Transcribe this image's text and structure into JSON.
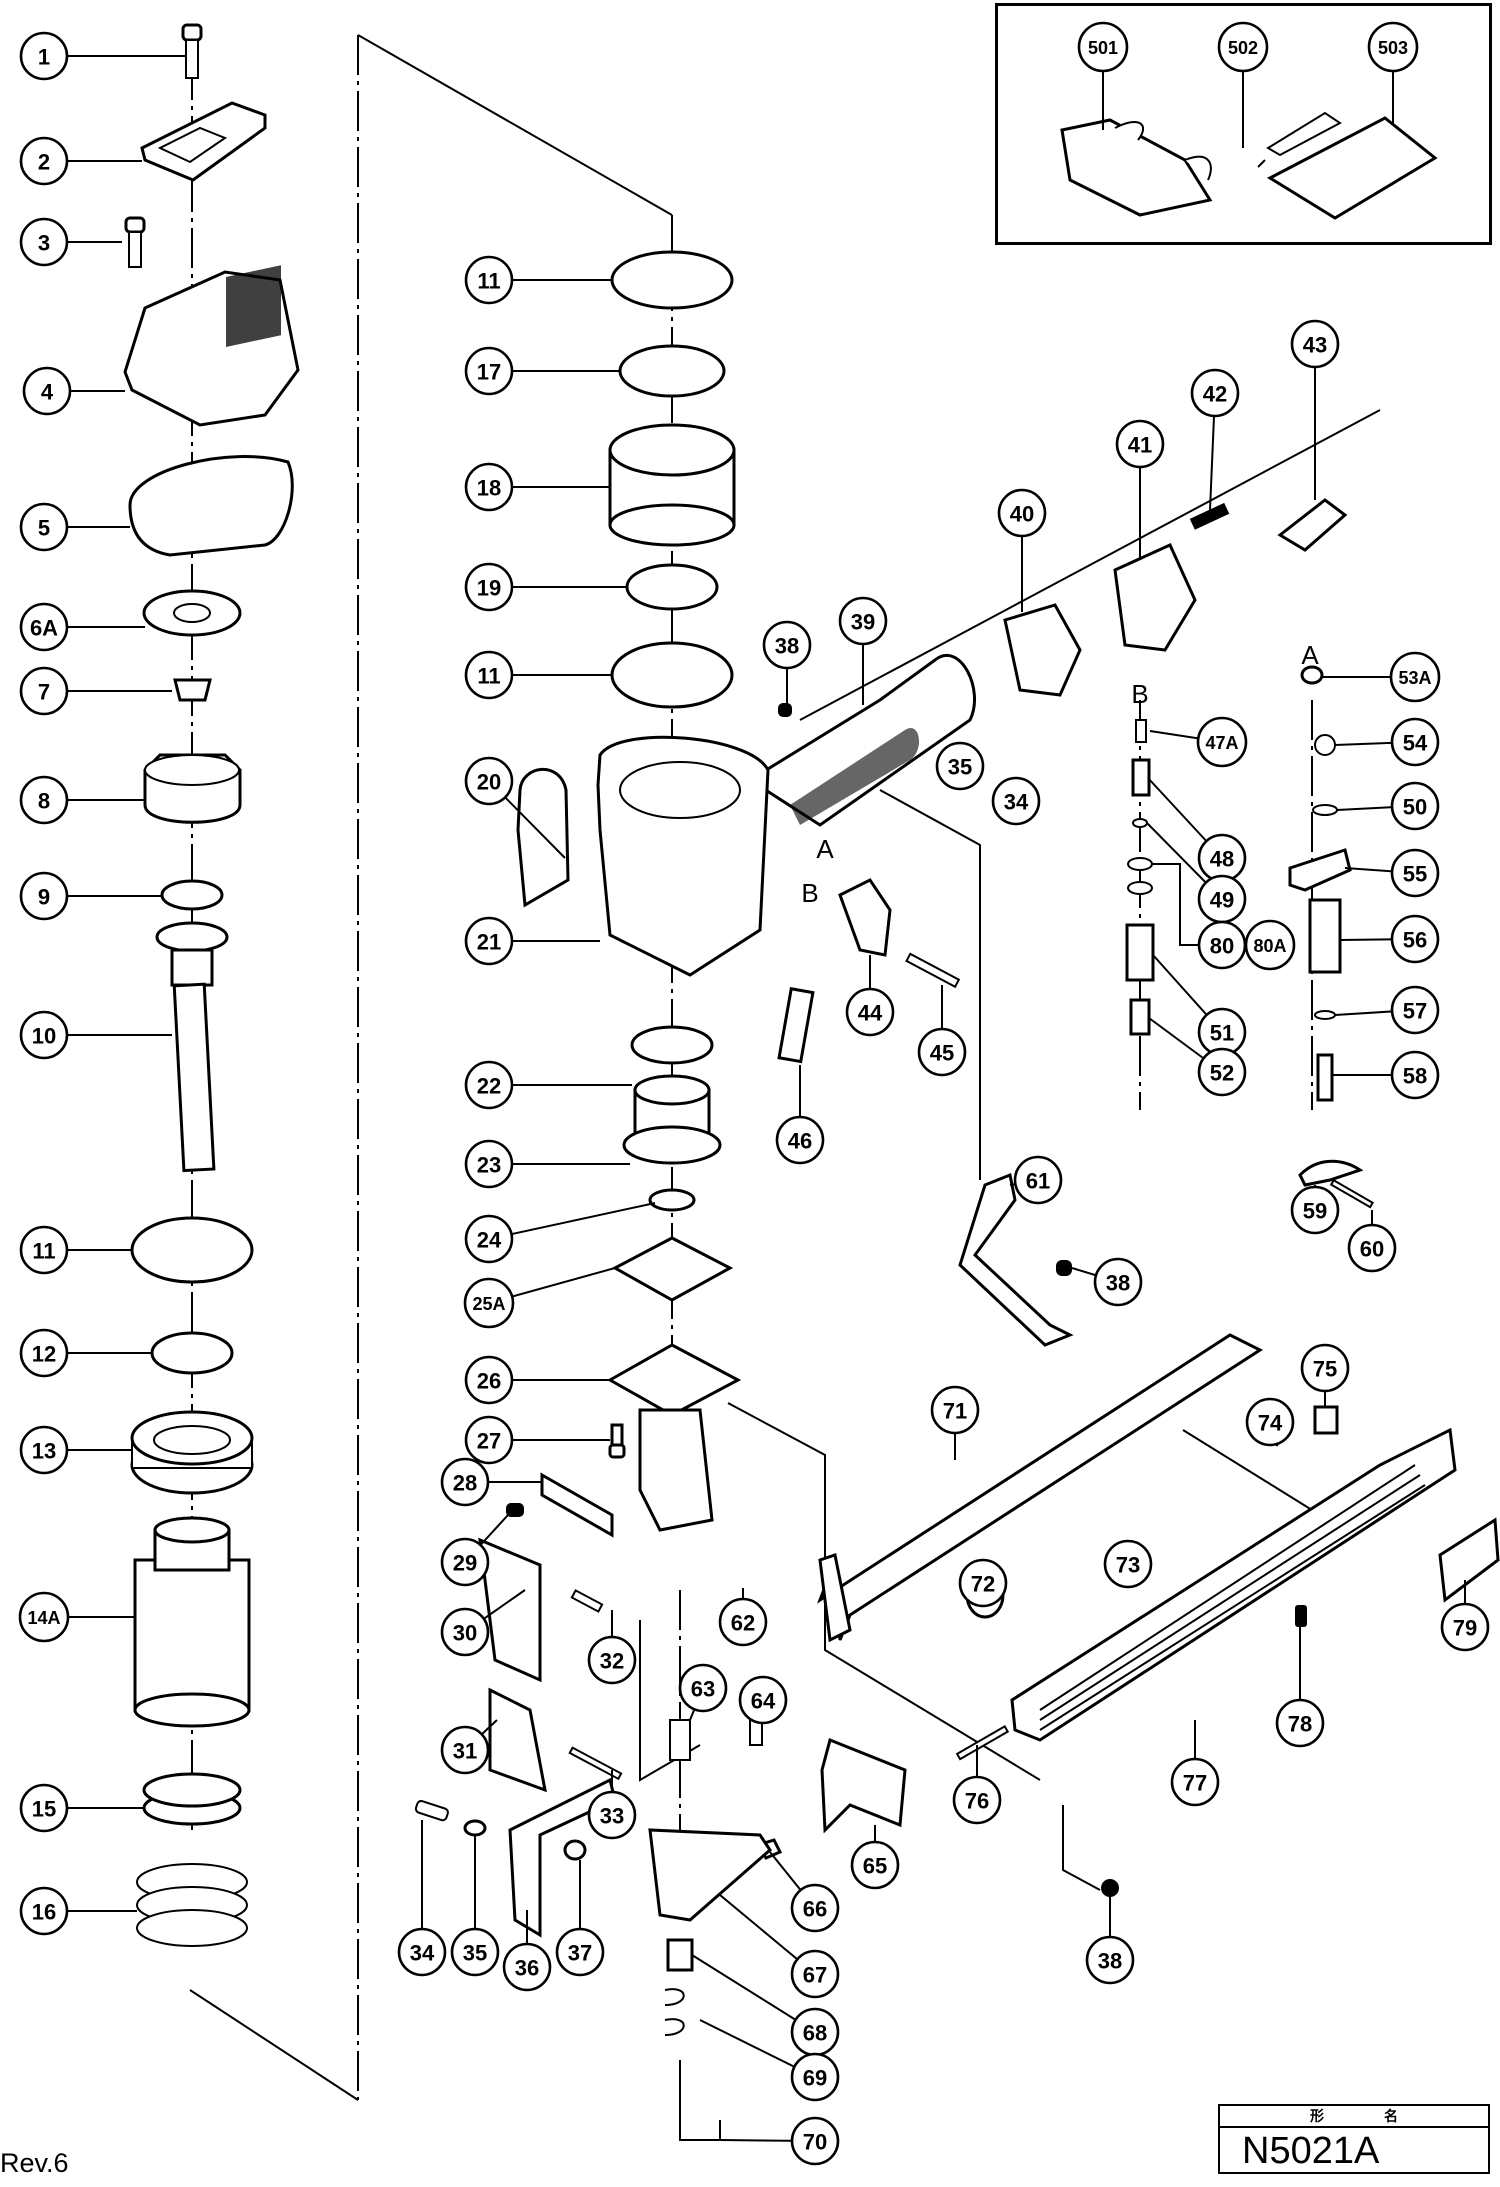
{
  "document": {
    "type": "Exploded parts diagram",
    "revision": "Rev.6",
    "title_block": {
      "header_chars": [
        "形",
        "名"
      ],
      "model": "N5021A"
    },
    "reference_letters": [
      "A",
      "B"
    ],
    "accessory_box": {
      "items": [
        "501",
        "502",
        "503"
      ]
    }
  },
  "callouts": [
    {
      "id": "1"
    },
    {
      "id": "2"
    },
    {
      "id": "3"
    },
    {
      "id": "4"
    },
    {
      "id": "5"
    },
    {
      "id": "6A"
    },
    {
      "id": "7"
    },
    {
      "id": "8"
    },
    {
      "id": "9"
    },
    {
      "id": "10"
    },
    {
      "id": "11"
    },
    {
      "id": "12"
    },
    {
      "id": "13"
    },
    {
      "id": "14A"
    },
    {
      "id": "15"
    },
    {
      "id": "16"
    },
    {
      "id": "11"
    },
    {
      "id": "17"
    },
    {
      "id": "18"
    },
    {
      "id": "19"
    },
    {
      "id": "11"
    },
    {
      "id": "20"
    },
    {
      "id": "21"
    },
    {
      "id": "22"
    },
    {
      "id": "23"
    },
    {
      "id": "24"
    },
    {
      "id": "25A"
    },
    {
      "id": "26"
    },
    {
      "id": "27"
    },
    {
      "id": "28"
    },
    {
      "id": "29"
    },
    {
      "id": "30"
    },
    {
      "id": "32"
    },
    {
      "id": "31"
    },
    {
      "id": "33"
    },
    {
      "id": "34"
    },
    {
      "id": "35"
    },
    {
      "id": "36"
    },
    {
      "id": "37"
    },
    {
      "id": "38"
    },
    {
      "id": "39"
    },
    {
      "id": "35"
    },
    {
      "id": "34"
    },
    {
      "id": "40"
    },
    {
      "id": "41"
    },
    {
      "id": "42"
    },
    {
      "id": "43"
    },
    {
      "id": "44"
    },
    {
      "id": "45"
    },
    {
      "id": "46"
    },
    {
      "id": "47A"
    },
    {
      "id": "48"
    },
    {
      "id": "49"
    },
    {
      "id": "80"
    },
    {
      "id": "80A"
    },
    {
      "id": "51"
    },
    {
      "id": "52"
    },
    {
      "id": "53A"
    },
    {
      "id": "54"
    },
    {
      "id": "50"
    },
    {
      "id": "55"
    },
    {
      "id": "56"
    },
    {
      "id": "57"
    },
    {
      "id": "58"
    },
    {
      "id": "59"
    },
    {
      "id": "60"
    },
    {
      "id": "61"
    },
    {
      "id": "38"
    },
    {
      "id": "62"
    },
    {
      "id": "63"
    },
    {
      "id": "64"
    },
    {
      "id": "65"
    },
    {
      "id": "66"
    },
    {
      "id": "67"
    },
    {
      "id": "68"
    },
    {
      "id": "69"
    },
    {
      "id": "70"
    },
    {
      "id": "71"
    },
    {
      "id": "72"
    },
    {
      "id": "73"
    },
    {
      "id": "74"
    },
    {
      "id": "75"
    },
    {
      "id": "76"
    },
    {
      "id": "77"
    },
    {
      "id": "78"
    },
    {
      "id": "79"
    },
    {
      "id": "38"
    },
    {
      "id": "501"
    },
    {
      "id": "502"
    },
    {
      "id": "503"
    }
  ]
}
